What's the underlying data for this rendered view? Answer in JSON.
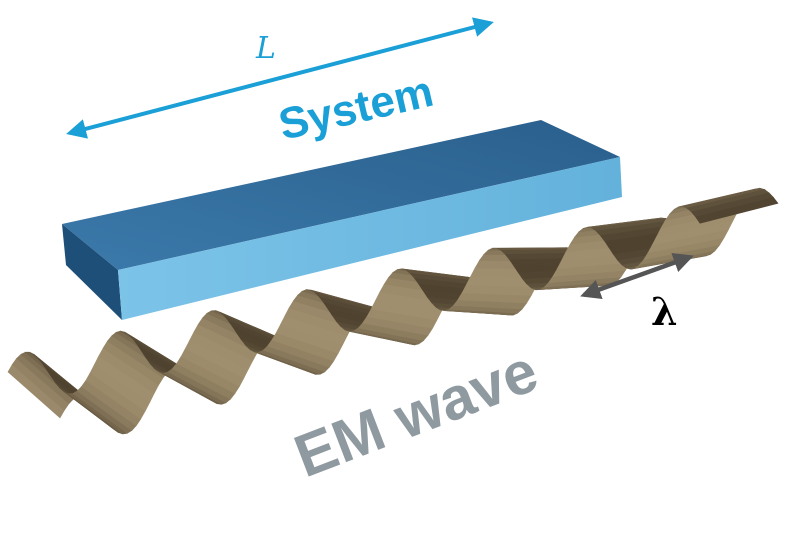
{
  "labels": {
    "length": "L",
    "system": "System",
    "wave": "EM wave",
    "wavelength": "λ"
  },
  "colors": {
    "length_arrow": "#1a9fd6",
    "system_text": "#1a9fd6",
    "box_top": "#2f6a98",
    "box_front": "#6cb8e0",
    "box_side": "#1e4f78",
    "wave_light": "#a08f6e",
    "wave_dark": "#4f4330",
    "wave_text": "#8f9aa0",
    "wavelength_arrow": "#555555",
    "wavelength_text": "#000000"
  }
}
